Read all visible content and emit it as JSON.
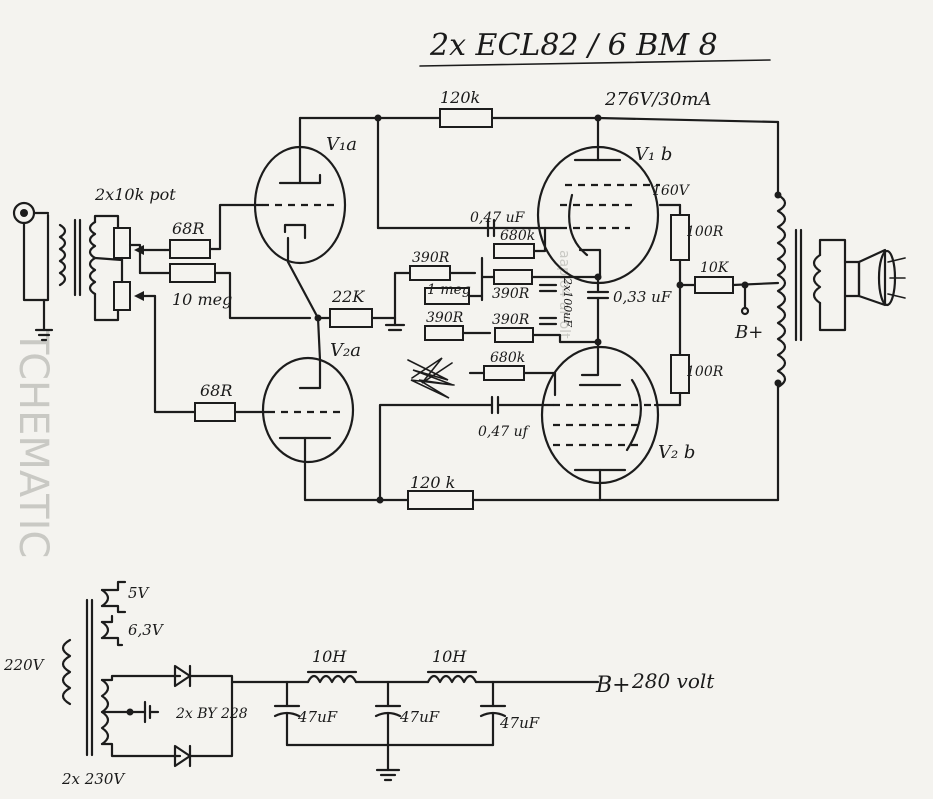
{
  "title": "2x ECL82 / 6 BM 8",
  "labels": {
    "supply_top": "276V/30mA",
    "r_feedback_top": "120k",
    "r_feedback_bottom": "120 k",
    "v1a": "V₁a",
    "v1b": "V₁ b",
    "v2a": "V₂a",
    "v2b": "V₂ b",
    "pot": "2x10k pot",
    "r_grid1": "68R",
    "r_grid2": "68R",
    "r_10meg": "10 meg",
    "r_22k": "22K",
    "r_390_a": "390R",
    "r_390_b": "390R",
    "r_390_c": "390R",
    "r_390_d": "390R",
    "r_1meg": "1 meg",
    "r_680k_a": "680k",
    "r_680k_b": "680k",
    "c_047_a": "0,47 uF",
    "c_047_b": "0,47 uf",
    "c_033": "0,33 uF",
    "c_100uf": "2x100uF",
    "v_160": "160V",
    "r_100r_a": "100R",
    "r_100r_b": "100R",
    "r_10k": "10K",
    "b_plus": "B+",
    "ps_5v": "5V",
    "ps_63v": "6,3V",
    "ps_220v": "220V",
    "ps_2x230v": "2x 230V",
    "ps_diodes": "2x BY 228",
    "ps_choke1": "10H",
    "ps_choke2": "10H",
    "ps_cap1": "47uF",
    "ps_cap2": "47uF",
    "ps_cap3": "47uF",
    "ps_bplus": "B+",
    "ps_voltage": "280 volt"
  },
  "show_through_text": {
    "left": "TCHEMATIC",
    "left_vertical": "aaplo4 ar-olt"
  }
}
